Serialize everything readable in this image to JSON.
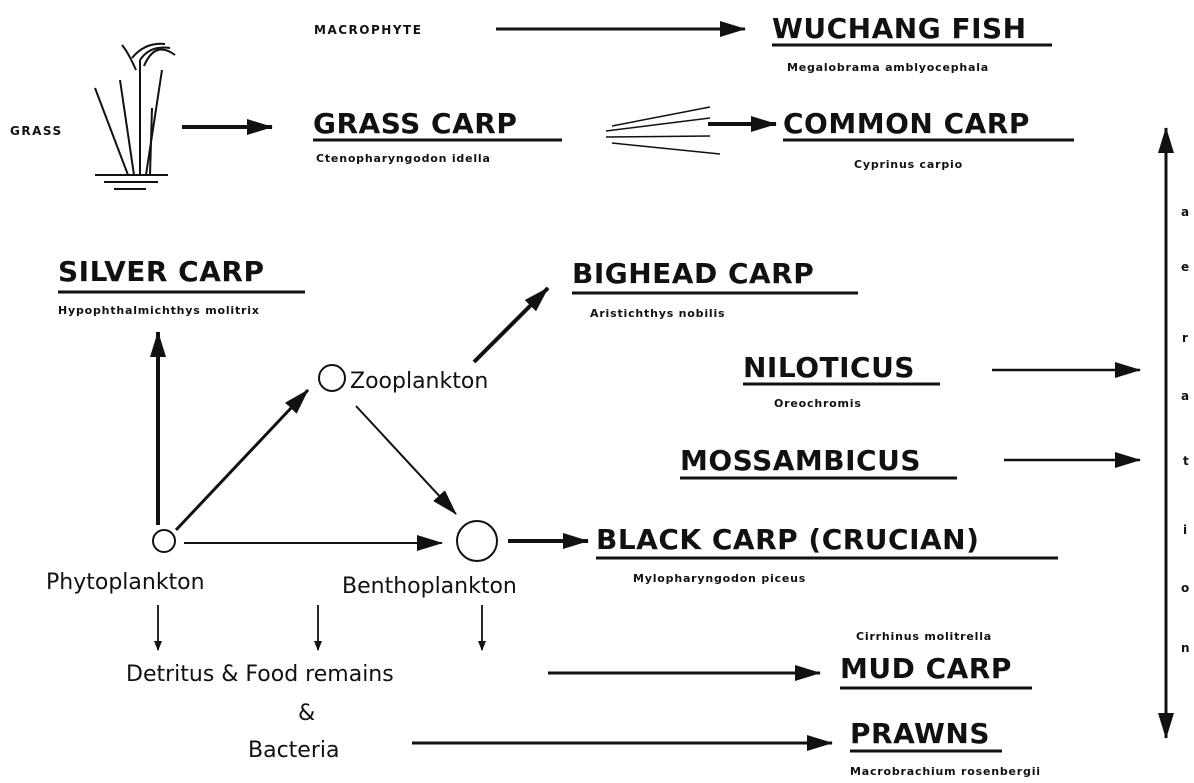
{
  "labels": {
    "macrophyte": "MACROPHYTE",
    "grass": "GRASS",
    "zooplankton": "Zooplankton",
    "phytoplankton": "Phytoplankton",
    "benthoplankton": "Benthoplankton",
    "detritus": "Detritus & Food remains",
    "amp": "&",
    "bacteria": "Bacteria"
  },
  "fish": {
    "wuchang": {
      "name": "WUCHANG FISH",
      "sci": "Megalobrama amblyocephala"
    },
    "grass_carp": {
      "name": "GRASS CARP",
      "sci": "Ctenopharyngodon idella"
    },
    "common_carp": {
      "name": "COMMON CARP",
      "sci": "Cyprinus carpio"
    },
    "silver_carp": {
      "name": "SILVER CARP",
      "sci": "Hypophthalmichthys molitrix"
    },
    "bighead_carp": {
      "name": "BIGHEAD CARP",
      "sci": "Aristichthys nobilis"
    },
    "niloticus": {
      "name": "NILOTICUS",
      "sci": "Oreochromis"
    },
    "mossambicus": {
      "name": "MOSSAMBICUS"
    },
    "black_carp": {
      "name": "BLACK CARP (CRUCIAN)",
      "sci": "Mylopharyngodon piceus"
    },
    "mud_carp": {
      "name": "MUD CARP",
      "sci": "Cirrhinus molitrella"
    },
    "prawns": {
      "name": "PRAWNS",
      "sci": "Macrobrachium rosenbergii"
    }
  },
  "aeration": [
    "a",
    "e",
    "r",
    "a",
    "t",
    "i",
    "o",
    "n"
  ]
}
